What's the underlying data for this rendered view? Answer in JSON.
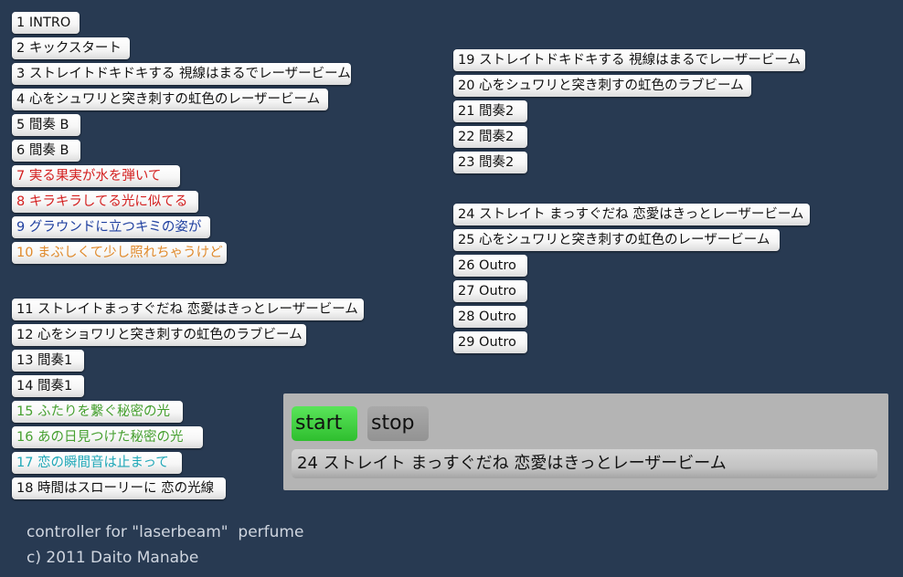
{
  "colors": {
    "background": "#283a52",
    "red": "#d42020",
    "blue": "#2040a0",
    "orange": "#e08a2c",
    "green": "#46a030",
    "cyan": "#20a8b8"
  },
  "cues": [
    {
      "label": "1 INTRO"
    },
    {
      "label": "2 キックスタート"
    },
    {
      "label": "3 ストレイトドキドキする 視線はまるでレーザービーム"
    },
    {
      "label": "4 心をシュワリと突き刺すの虹色のレーザービーム"
    },
    {
      "label": "5 間奏 B"
    },
    {
      "label": "6 間奏 B"
    },
    {
      "label": "7 実る果実が水を弾いて",
      "color": "#d42020"
    },
    {
      "label": "8 キラキラしてる光に似てる",
      "color": "#d42020"
    },
    {
      "label": "9 グラウンドに立つキミの姿が",
      "color": "#2040a0"
    },
    {
      "label": "10 まぶしくて少し照れちゃうけど",
      "color": "#e08a2c"
    },
    {
      "label": "11 ストレイトまっすぐだね 恋愛はきっとレーザービーム"
    },
    {
      "label": "12 心をショワリと突き刺すの虹色のラブビーム"
    },
    {
      "label": "13 間奏1"
    },
    {
      "label": "14 間奏1"
    },
    {
      "label": "15 ふたりを繋ぐ秘密の光",
      "color": "#46a030"
    },
    {
      "label": "16 あの日見つけた秘密の光",
      "color": "#46a030"
    },
    {
      "label": "17 恋の瞬間音は止まって",
      "color": "#20a8b8"
    },
    {
      "label": "18 時間はスローリーに 恋の光線"
    },
    {
      "label": "19 ストレイトドキドキする 視線はまるでレーザービーム"
    },
    {
      "label": "20 心をシュワリと突き刺すの虹色のラブビーム"
    },
    {
      "label": "21 間奏2"
    },
    {
      "label": "22 間奏2"
    },
    {
      "label": "23 間奏2"
    },
    {
      "label": "24 ストレイト まっすぐだね 恋愛はきっとレーザービーム"
    },
    {
      "label": "25 心をシュワリと突き刺すの虹色のレーザービーム"
    },
    {
      "label": "26 Outro"
    },
    {
      "label": "27 Outro"
    },
    {
      "label": "28 Outro"
    },
    {
      "label": "29 Outro"
    }
  ],
  "controls": {
    "start_label": "start",
    "stop_label": "stop",
    "current_cue": "24 ストレイト まっすぐだね 恋愛はきっとレーザービーム",
    "start_color": "#3fd23f",
    "stop_color": "#9e9e9e"
  },
  "footer": {
    "line1": "controller for \"laserbeam\"  perfume",
    "line2": "c) 2011 Daito Manabe"
  }
}
